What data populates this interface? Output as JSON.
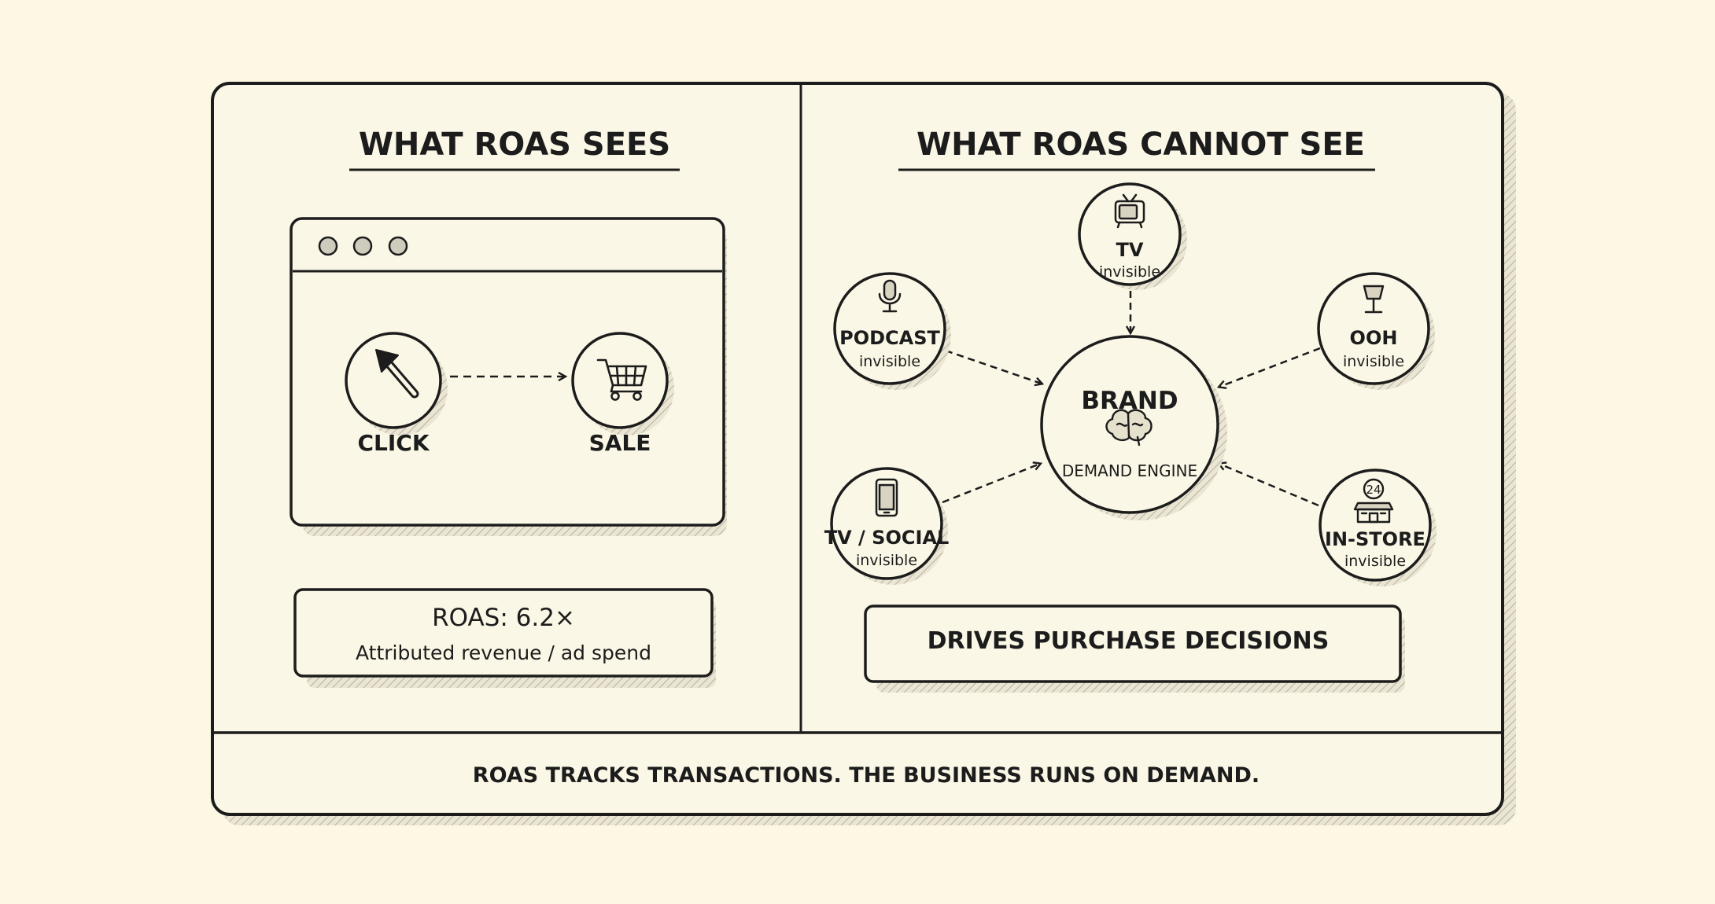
{
  "left_panel": {
    "title": "WHAT ROAS SEES",
    "browser": {
      "from": {
        "label": "CLICK",
        "icon": "cursor-arrow-icon"
      },
      "to": {
        "label": "SALE",
        "icon": "shopping-cart-icon"
      }
    },
    "metric": {
      "value": "ROAS: 6.2×",
      "caption": "Attributed revenue / ad spend"
    }
  },
  "right_panel": {
    "title": "WHAT ROAS CANNOT SEE",
    "hub": {
      "title": "BRAND",
      "subtitle": "DEMAND ENGINE",
      "icon": "brain-icon"
    },
    "channels": [
      {
        "label": "TV",
        "status": "invisible",
        "icon": "tv-icon"
      },
      {
        "label": "PODCAST",
        "status": "invisible",
        "icon": "microphone-icon"
      },
      {
        "label": "OOH",
        "status": "invisible",
        "icon": "billboard-icon"
      },
      {
        "label": "TV / SOCIAL",
        "status": "invisible",
        "icon": "smartphone-icon"
      },
      {
        "label": "IN-STORE",
        "status": "invisible",
        "icon": "store-icon",
        "badge": "24"
      }
    ],
    "outcome": "DRIVES PURCHASE DECISIONS"
  },
  "footer": "ROAS TRACKS TRANSACTIONS. THE BUSINESS RUNS ON DEMAND.",
  "colors": {
    "background": "#fdf8e3",
    "panel": "#fbf7e6",
    "ink": "#1c1c1c",
    "shadow": "#c8c4b4"
  }
}
